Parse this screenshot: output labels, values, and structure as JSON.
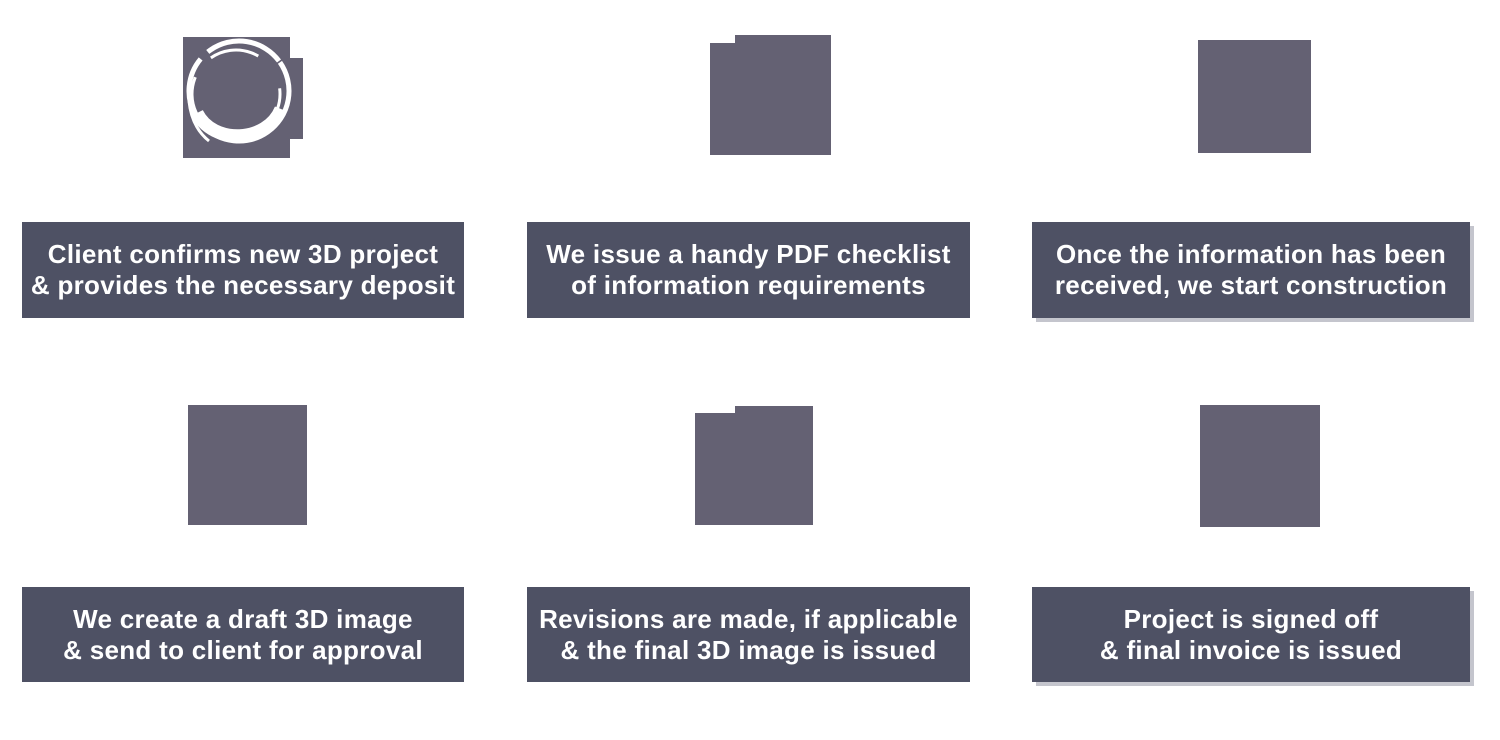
{
  "diagram": {
    "title": "3D project process steps",
    "background": "#ffffff"
  },
  "colors": {
    "bar_background": "#4e5164",
    "icon_fill": "#646173",
    "text": "#ffffff",
    "column3_bar_shadow": "#c4c5cd"
  },
  "steps": [
    {
      "id": 1,
      "icon": "sketch-circle-square-icon",
      "line1": "Client confirms new 3D project",
      "line2": "& provides the necessary deposit"
    },
    {
      "id": 2,
      "icon": "layered-square-icon",
      "line1": "We issue a handy PDF checklist",
      "line2": "of information requirements"
    },
    {
      "id": 3,
      "icon": "square-icon",
      "line1": "Once the information has been",
      "line2": "received, we start construction"
    },
    {
      "id": 4,
      "icon": "square-icon",
      "line1": "We create a draft 3D image",
      "line2": "& send to client for approval"
    },
    {
      "id": 5,
      "icon": "layered-square-icon",
      "line1": "Revisions are made, if applicable",
      "line2": "& the final 3D image is issued"
    },
    {
      "id": 6,
      "icon": "square-icon",
      "line1": "Project is signed off",
      "line2": "& final invoice is issued"
    }
  ]
}
